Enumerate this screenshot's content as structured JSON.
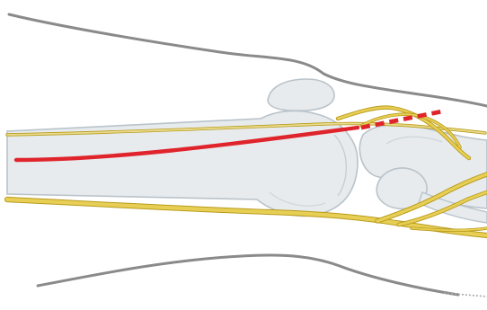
{
  "diagram": {
    "colors": {
      "background": "#ffffff",
      "skin_outline": "#8a8a8a",
      "bone_fill": "#e7ebee",
      "bone_stroke": "#b9c3ca",
      "bone_edge": "#d5dde2",
      "nerve_fill": "#e7cf55",
      "nerve_stroke": "#b99b1c",
      "incision_line": "#e0242b"
    },
    "layers": [
      "skin-outline",
      "femur-bone",
      "patella-bone",
      "tibia-bone",
      "fibula-bone",
      "nerves",
      "incision-solid",
      "incision-dashed"
    ]
  }
}
